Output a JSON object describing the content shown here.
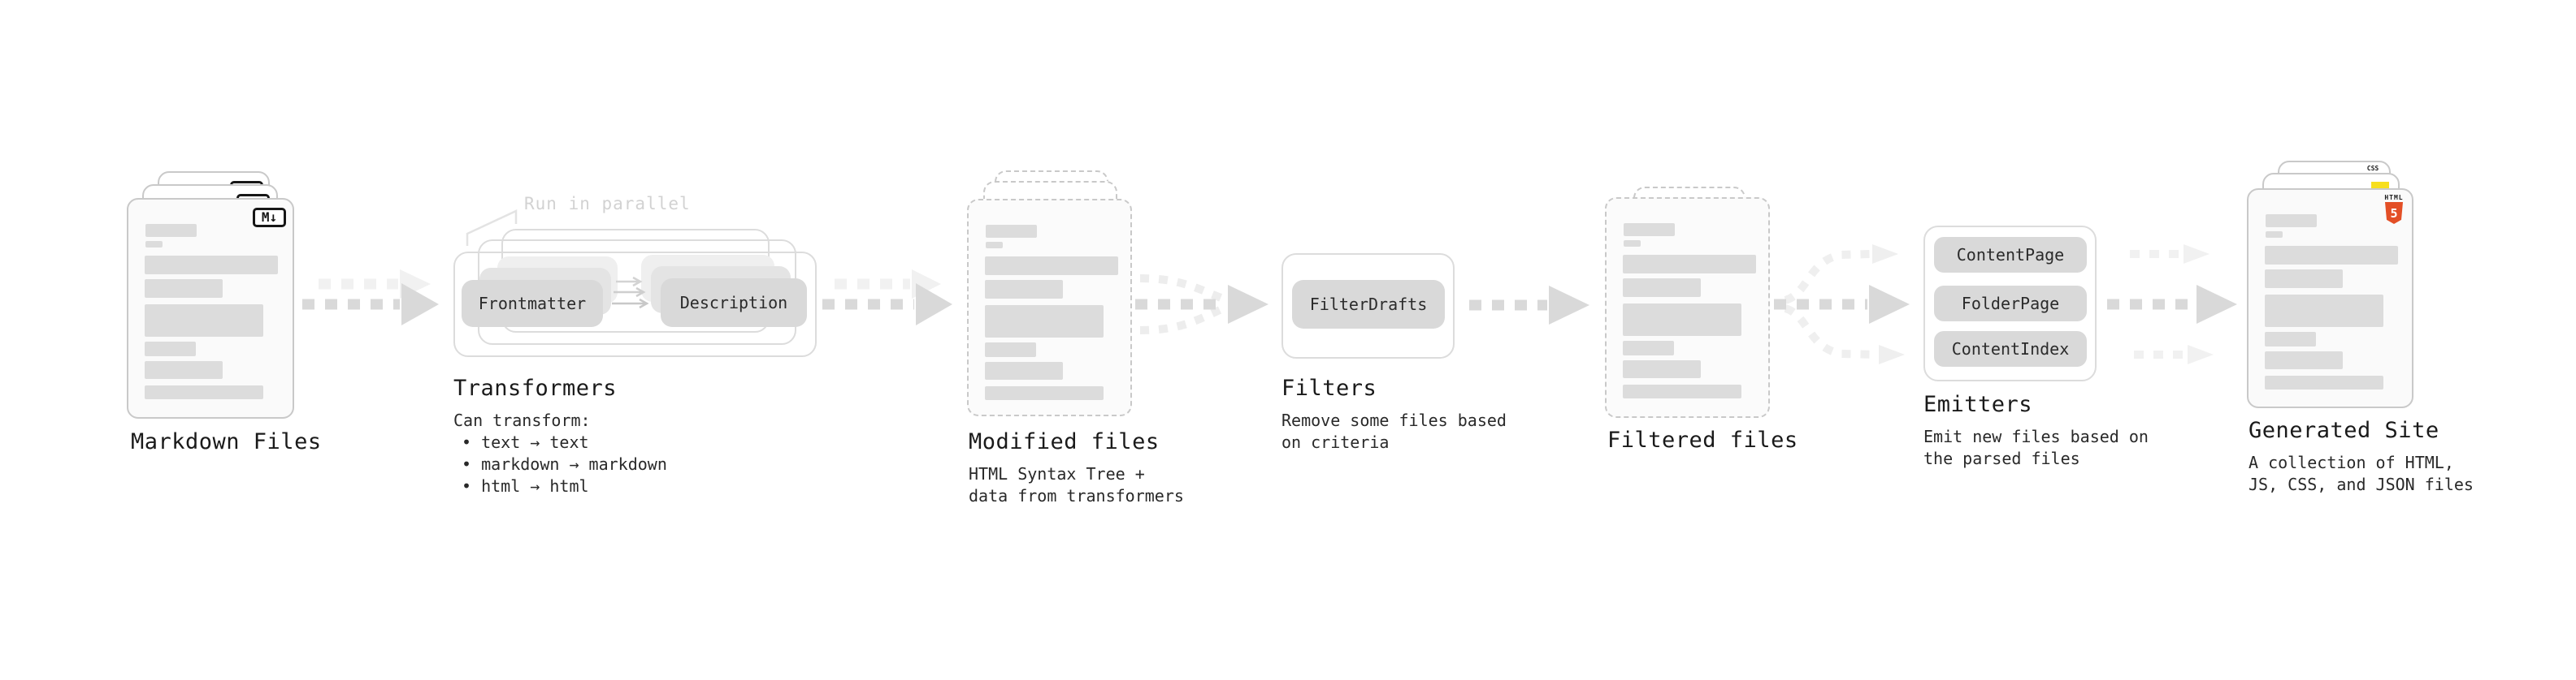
{
  "diagram": {
    "markdown": {
      "label": "Markdown Files",
      "badge": "M↓"
    },
    "transformers": {
      "label": "Transformers",
      "note": "Run in parallel",
      "pill_left": "Frontmatter",
      "pill_right": "Description",
      "desc_title": "Can transform:",
      "bullets": [
        "• text → text",
        "• markdown → markdown",
        "• html → html"
      ]
    },
    "modified": {
      "label": "Modified files",
      "desc_lines": [
        "HTML Syntax Tree +",
        "data from transformers"
      ]
    },
    "filters": {
      "label": "Filters",
      "pill": "FilterDrafts",
      "desc_lines": [
        "Remove some files based",
        "on criteria"
      ]
    },
    "filtered": {
      "label": "Filtered files"
    },
    "emitters": {
      "label": "Emitters",
      "pills": [
        "ContentPage",
        "FolderPage",
        "ContentIndex"
      ],
      "desc_lines": [
        "Emit new files based on",
        "the parsed files"
      ]
    },
    "generated": {
      "label": "Generated Site",
      "desc_lines": [
        "A collection of HTML,",
        "JS, CSS, and JSON files"
      ],
      "html_badge_label": "HTML",
      "html_badge_number": "5",
      "css_badge_label": "CSS"
    }
  },
  "colors": {
    "html5_orange": "#e34f26",
    "js_yellow": "#f7df1e",
    "css_blue": "#2965f1",
    "pill_gray": "#d9d9d9",
    "arrow_dark": "#d9d9d9",
    "arrow_light": "#f0f0f0",
    "card_border": "#c9c9c9",
    "text_dark": "#1a1a1a",
    "note_gray": "#d2d2d2"
  }
}
